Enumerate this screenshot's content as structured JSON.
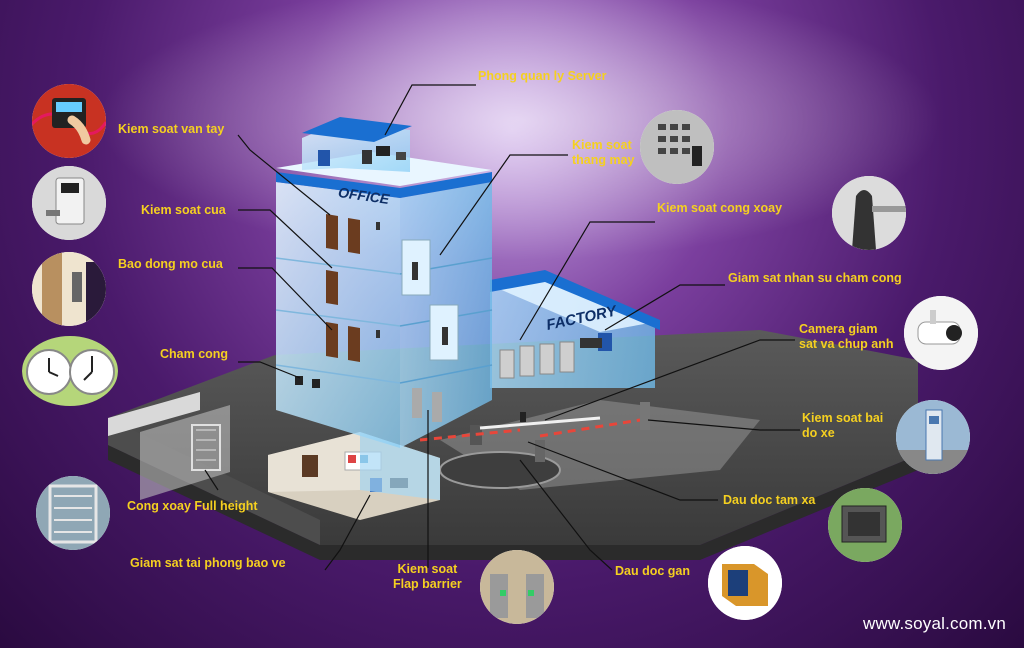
{
  "labels": {
    "server_room": "Phong quan ly Server",
    "fingerprint": "Kiem soat van tay",
    "elevator_line1": "Kiem soat",
    "elevator_line2": "thang may",
    "door": "Kiem soat cua",
    "turnstile": "Kiem soat cong xoay",
    "door_alarm": "Bao dong mo cua",
    "attendance_monitor": "Giam sat nhan su cham cong",
    "timekeeping": "Cham cong",
    "camera_line1": "Camera giam",
    "camera_line2": "sat va chup anh",
    "parking_line1": "Kiem soat bai",
    "parking_line2": "do xe",
    "full_height": "Cong xoay Full height",
    "long_range": "Dau doc tam xa",
    "guard_room": "Giam sat tai phong bao ve",
    "flap_line1": "Kiem soat",
    "flap_line2": "Flap barrier",
    "near_reader": "Dau doc gan"
  },
  "building": {
    "office_sign": "OFFICE",
    "factory_sign": "FACTORY"
  },
  "footer": {
    "website": "www.soyal.com.vn"
  },
  "colors": {
    "label": "#f5d020",
    "leader_line": "#111111",
    "glass": "#bfe6ff",
    "roof_band": "#1a6fd1"
  }
}
